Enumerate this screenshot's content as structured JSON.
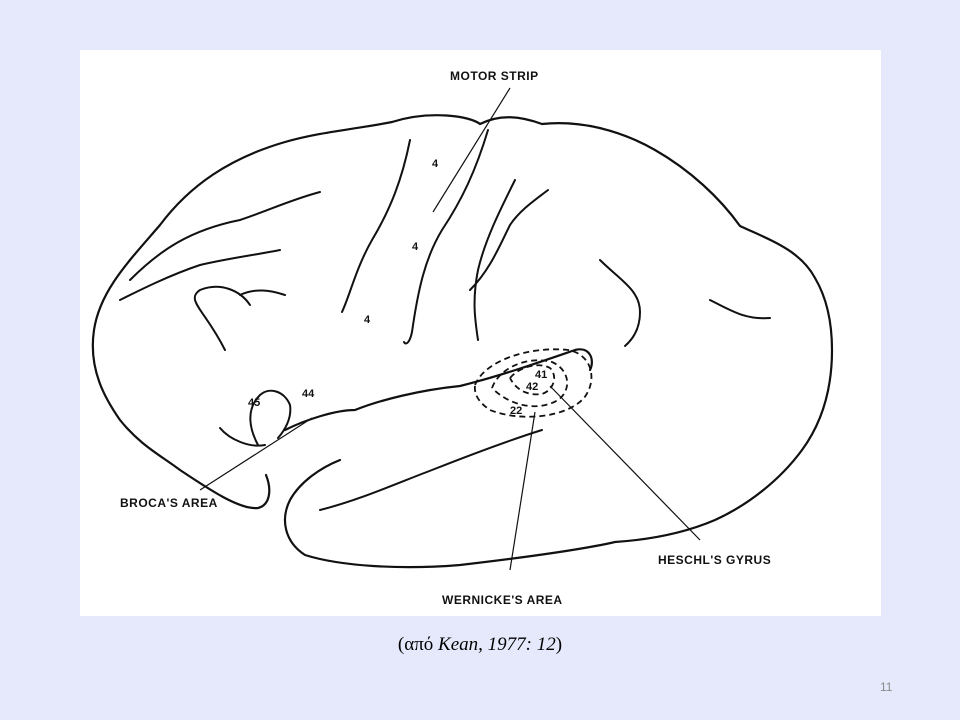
{
  "figure": {
    "labels": {
      "motor_strip": "MOTOR STRIP",
      "brocas_area": "BROCA'S AREA",
      "wernickes_area": "WERNICKE'S AREA",
      "heschls_gyrus": "HESCHL'S GYRUS"
    },
    "area_numbers": {
      "motor_upper": "4",
      "motor_middle": "4",
      "motor_lower": "4",
      "area_45": "45",
      "area_44": "44",
      "area_41": "41",
      "area_42": "42",
      "area_22": "22"
    }
  },
  "caption": {
    "prefix": "(από ",
    "reference": "Kean, 1977: 12",
    "suffix": ")"
  },
  "page_number": "11"
}
